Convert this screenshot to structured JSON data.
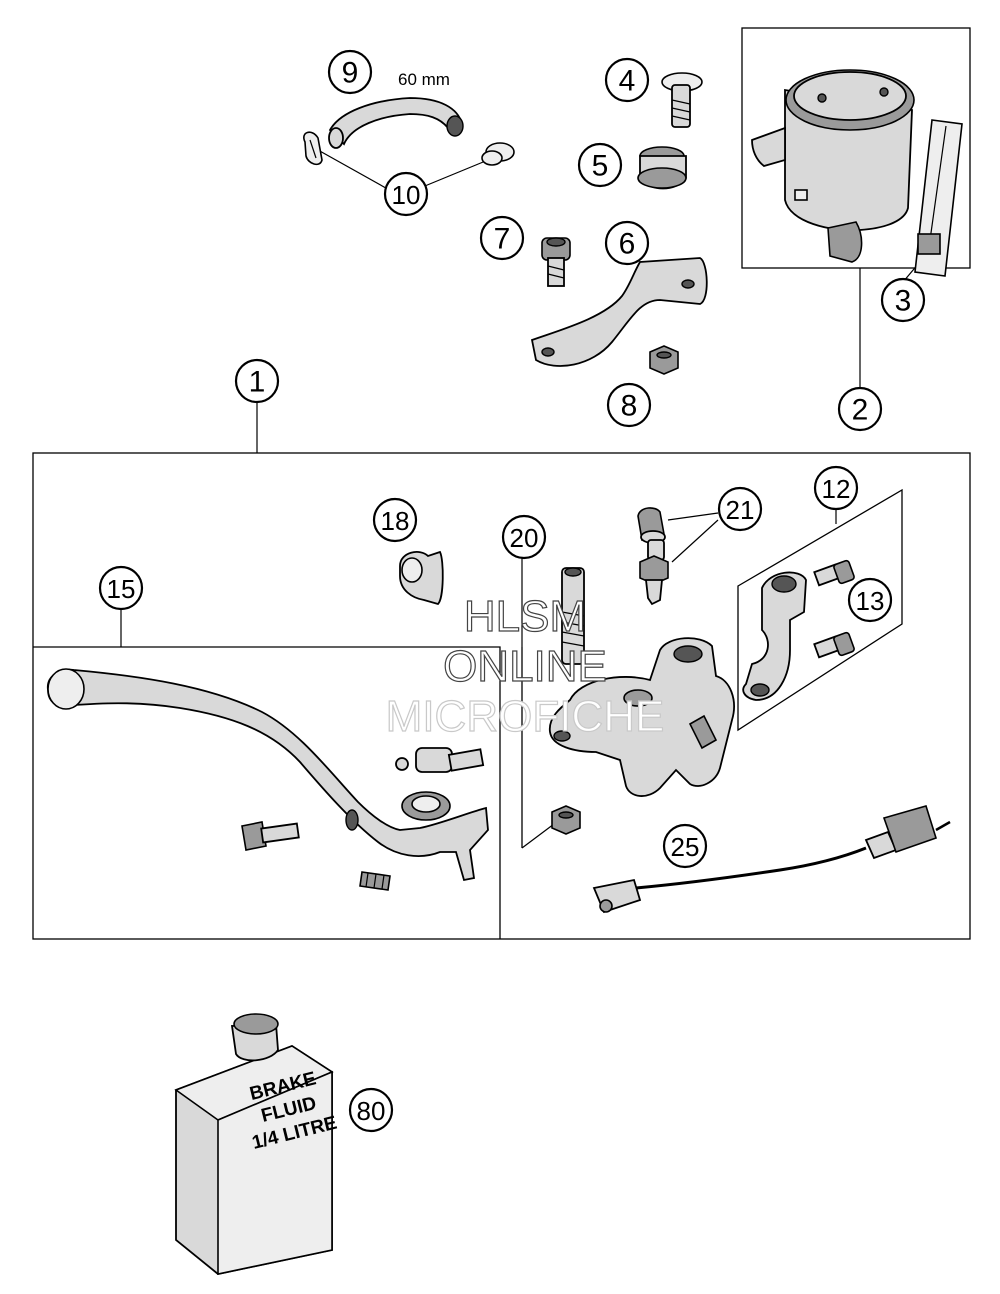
{
  "callouts": {
    "c1": "1",
    "c2": "2",
    "c3": "3",
    "c4": "4",
    "c5": "5",
    "c6": "6",
    "c7": "7",
    "c8": "8",
    "c9": "9",
    "c10": "10",
    "c12": "12",
    "c13": "13",
    "c15": "15",
    "c18": "18",
    "c20": "20",
    "c21": "21",
    "c25": "25",
    "c80": "80"
  },
  "dimension_label": "60 mm",
  "brake_fluid_label": [
    "BRAKE",
    "FLUID",
    "1/4 LITRE"
  ],
  "watermark": [
    "HLSM",
    "ONLINE",
    "MICROFICHE"
  ]
}
